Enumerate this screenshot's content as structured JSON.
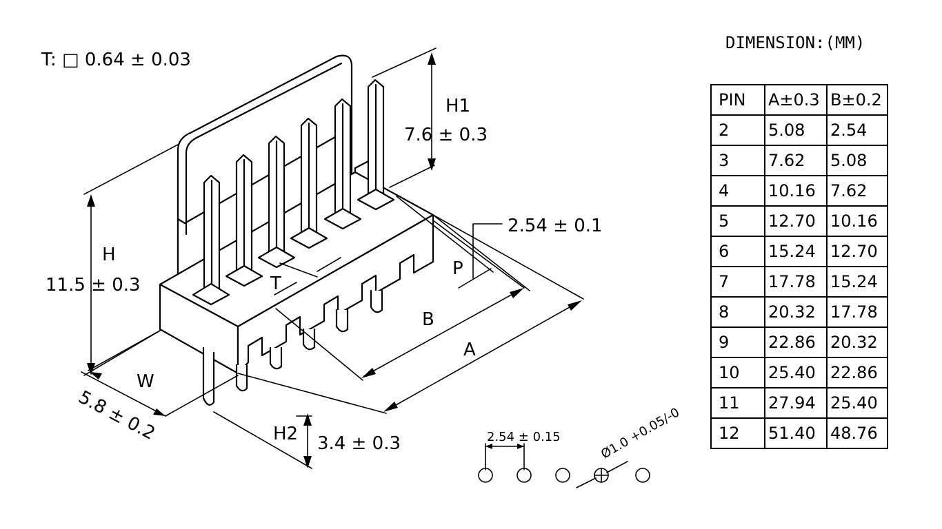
{
  "thickness_spec": "T: □ 0.64 ± 0.03",
  "dimension_title": "DIMENSION:(MM)",
  "labels": {
    "H1": "H1",
    "H1_value": "7.6 ± 0.3",
    "H": "H",
    "H_value": "11.5 ± 0.3",
    "P_value": "2.54 ± 0.1",
    "P": "P",
    "T": "T",
    "B": "B",
    "A": "A",
    "W": "W",
    "W_value": "5.8 ± 0.2",
    "H2": "H2",
    "H2_value": "3.4 ± 0.3",
    "hole_pitch": "2.54 ± 0.15",
    "hole_diameter": "Ø1.0 +0.05/-0"
  },
  "table": {
    "headers": [
      "PIN",
      "A±0.3",
      "B±0.2"
    ],
    "rows": [
      [
        "2",
        "5.08",
        "2.54"
      ],
      [
        "3",
        "7.62",
        "5.08"
      ],
      [
        "4",
        "10.16",
        "7.62"
      ],
      [
        "5",
        "12.70",
        "10.16"
      ],
      [
        "6",
        "15.24",
        "12.70"
      ],
      [
        "7",
        "17.78",
        "15.24"
      ],
      [
        "8",
        "20.32",
        "17.78"
      ],
      [
        "9",
        "22.86",
        "20.32"
      ],
      [
        "10",
        "25.40",
        "22.86"
      ],
      [
        "11",
        "27.94",
        "25.40"
      ],
      [
        "12",
        "51.40",
        "48.76"
      ]
    ]
  }
}
